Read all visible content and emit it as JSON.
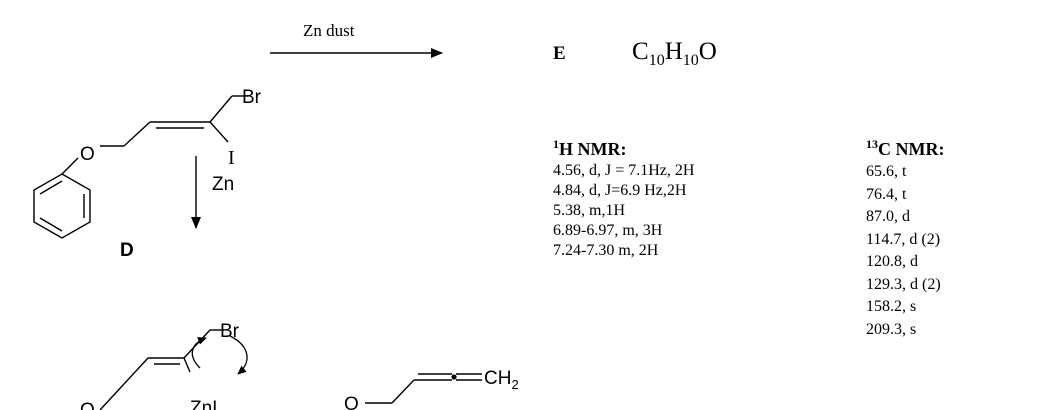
{
  "reaction": {
    "reagent_top": "Zn dust",
    "reagent_side": "Zn",
    "compound_label": "D",
    "product_label": "E",
    "formula": {
      "c": "C",
      "c_n": "10",
      "h": "H",
      "h_n": "10",
      "o": "O"
    }
  },
  "atoms": {
    "br": "Br",
    "i": "I",
    "o": "O",
    "zni": "ZnI",
    "ch2": "CH",
    "ch2_sub": "2"
  },
  "h_nmr": {
    "sup": "1",
    "title": "H NMR:",
    "peaks": [
      "4.56, d, J = 7.1Hz, 2H",
      "4.84, d, J=6.9 Hz,2H",
      "5.38, m,1H",
      "6.89-6.97, m, 3H",
      "7.24-7.30 m, 2H"
    ]
  },
  "c_nmr": {
    "sup": "13",
    "title": "C NMR:",
    "peaks": [
      "65.6, t",
      "76.4, t",
      "87.0, d",
      "114.7, d (2)",
      "120.8, d",
      "129.3, d (2)",
      "158.2, s",
      "209.3, s"
    ]
  }
}
